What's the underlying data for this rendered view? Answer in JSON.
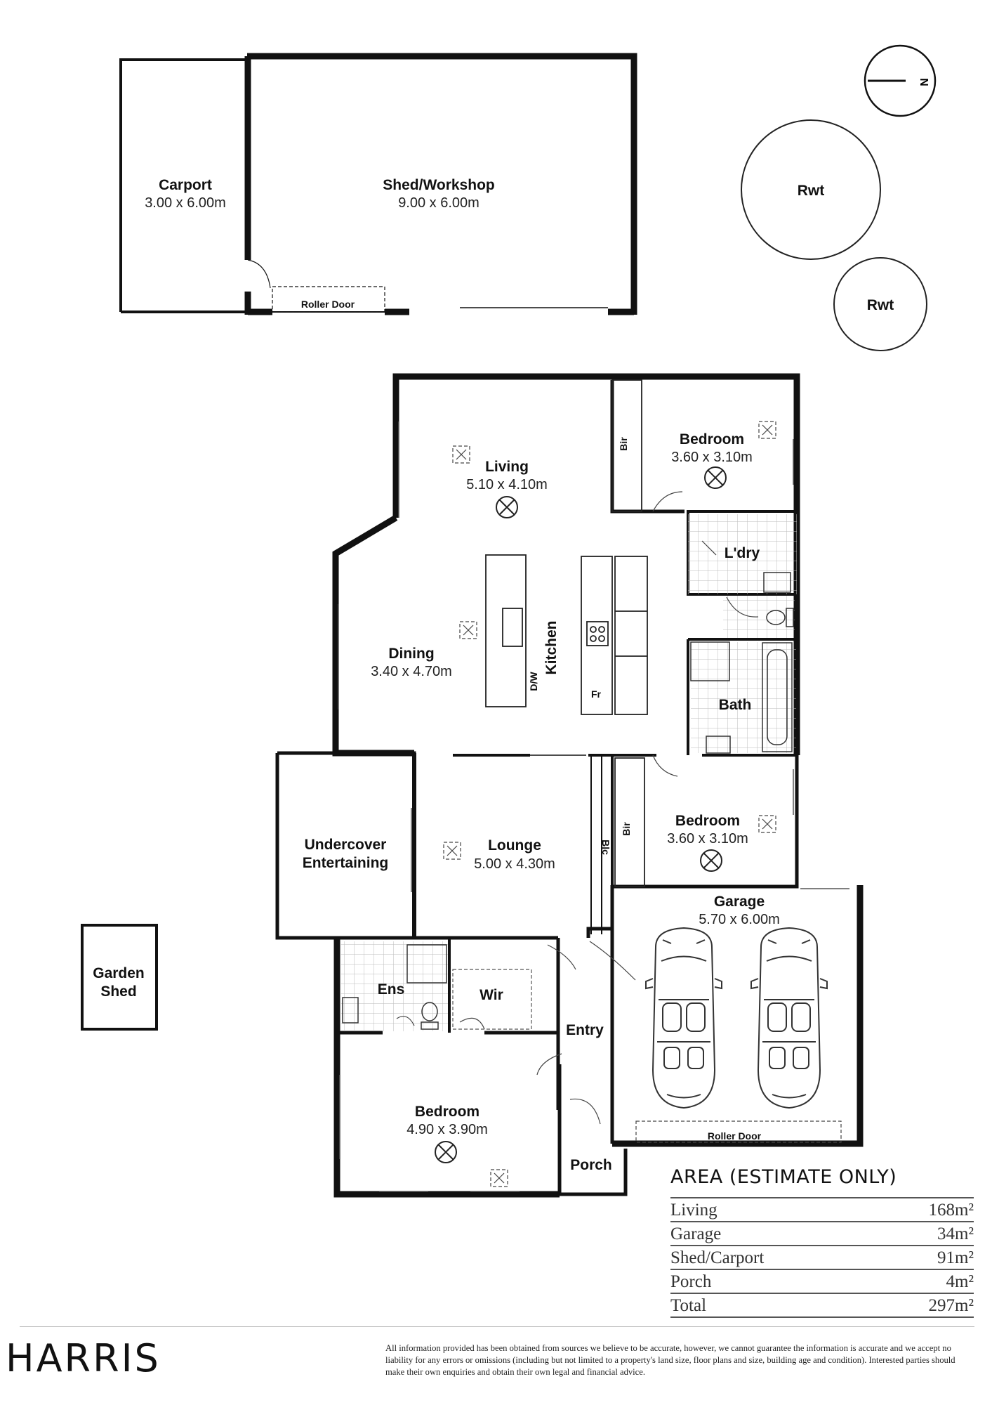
{
  "rooms": {
    "carport": {
      "name": "Carport",
      "dims": "3.00 x 6.00m"
    },
    "shed": {
      "name": "Shed/Workshop",
      "dims": "9.00 x 6.00m"
    },
    "shed_roller": "Roller Door",
    "rwt1": "Rwt",
    "rwt2": "Rwt",
    "compass": "N",
    "bedroom_ne": {
      "name": "Bedroom",
      "dims": "3.60 x 3.10m"
    },
    "bir_ne": "Bir",
    "living": {
      "name": "Living",
      "dims": "5.10 x 4.10m"
    },
    "laundry": "L'dry",
    "kitchen": "Kitchen",
    "dw": "D/W",
    "fr": "Fr",
    "dining": {
      "name": "Dining",
      "dims": "3.40 x 4.70m"
    },
    "bath": "Bath",
    "undercover": {
      "line1": "Undercover",
      "line2": "Entertaining"
    },
    "lounge": {
      "name": "Lounge",
      "dims": "5.00 x 4.30m"
    },
    "blc": "Blc",
    "bir_e": "Bir",
    "bedroom_e": {
      "name": "Bedroom",
      "dims": "3.60 x 3.10m"
    },
    "garage": {
      "name": "Garage",
      "dims": "5.70 x 6.00m"
    },
    "garage_roller": "Roller Door",
    "garden_shed": {
      "line1": "Garden",
      "line2": "Shed"
    },
    "ens": "Ens",
    "wir": "Wir",
    "entry": "Entry",
    "bedroom_s": {
      "name": "Bedroom",
      "dims": "4.90 x 3.90m"
    },
    "porch": "Porch"
  },
  "area": {
    "title": "AREA (ESTIMATE ONLY)",
    "rows": [
      {
        "label": "Living",
        "value": "168m²"
      },
      {
        "label": "Garage",
        "value": "34m²"
      },
      {
        "label": "Shed/Carport",
        "value": "91m²"
      },
      {
        "label": "Porch",
        "value": "4m²"
      },
      {
        "label": "Total",
        "value": "297m²"
      }
    ]
  },
  "brand": "HARRIS",
  "disclaimer": "All information provided has been obtained from sources we believe to be accurate, however, we cannot guarantee the information is accurate and we accept no liability for any errors or omissions (including but not limited to a property's land size, floor plans and size, building age and condition). Interested parties should make their own enquiries and obtain their own legal and financial advice."
}
